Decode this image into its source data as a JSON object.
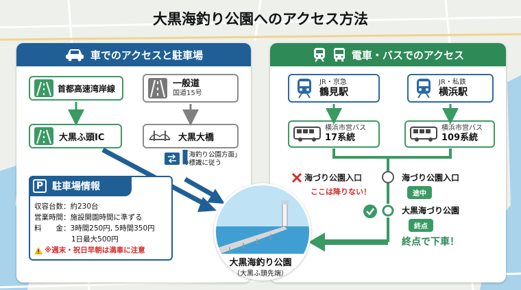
{
  "title": "大黒海釣り公園へのアクセス方法",
  "car": {
    "header": "車でのアクセスと駐車場",
    "route1": {
      "name": "首都高速湾岸線"
    },
    "route1_exit": {
      "name": "大黒ふ頭IC"
    },
    "route2": {
      "name": "一般道",
      "sub": "国道15号"
    },
    "route2_bridge": {
      "name": "大黒大橋"
    },
    "sign_note": "「海釣り公園方面」\nの標識に従う"
  },
  "parking": {
    "title": "駐車場情報",
    "icon": "P",
    "capacity": "収容台数：約230台",
    "hours": "営業時間：施設開園時間に準ずる",
    "fee_label": "料　　金：",
    "fee1": "3時間250円, 5時間350円",
    "fee2": "1日最大500円",
    "warning": "※週末・祝日早朝は満車に注意"
  },
  "train": {
    "header": "電車・バスでのアクセス",
    "station1": {
      "line": "JR・京急",
      "name": "鶴見駅"
    },
    "station2": {
      "line": "JR・私鉄",
      "name": "横浜駅"
    },
    "bus1": {
      "line": "横浜市営バス",
      "name": "17系統"
    },
    "bus2": {
      "line": "横浜市営バス",
      "name": "109系統"
    },
    "wrong_stop": "海づり公園入口",
    "wrong_note": "ここは降りない！",
    "mid_stop": "海づり公園入口",
    "mid_badge": "途中",
    "final_stop": "大黒海づり公園",
    "final_badge": "終点",
    "final_note": "終点で下車！"
  },
  "destination": {
    "name": "大黒海釣り公園",
    "sub": "（大黒ふ頭先端）"
  },
  "colors": {
    "car_blue": "#1f5f96",
    "train_green": "#2e8a57",
    "warning_red": "#d62b2b"
  }
}
